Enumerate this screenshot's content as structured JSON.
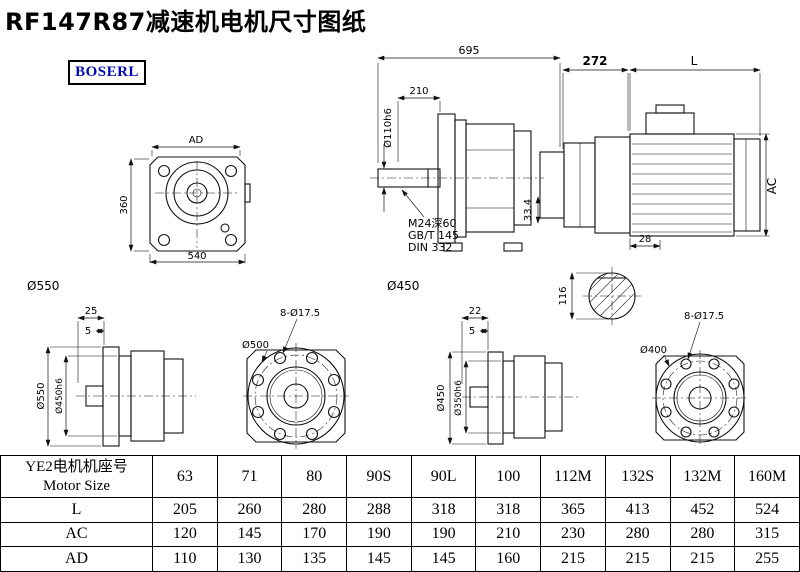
{
  "title": "RF147R87减速机电机尺寸图纸",
  "logo": "BOSERL",
  "views": {
    "front": {
      "ad": "AD",
      "height": "360",
      "width": "540",
      "od": "Ø550"
    },
    "side": {
      "total_length": "695",
      "shaft_length": "210",
      "shaft_dia": "Ø110h6",
      "tap_hole": "M24深60",
      "std_gb": "GB/T 145",
      "std_din": "DIN 332",
      "key_height": "33.4",
      "flange_dia": "Ø450"
    },
    "motor": {
      "adapter_length": "272",
      "motor_length": "L",
      "motor_dia": "AC",
      "key_width": "28",
      "shaft_height": "116"
    },
    "flange_side_large": {
      "depth": "25",
      "step": "5",
      "od": "Ø550",
      "spigot": "Ø450h6"
    },
    "flange_face_large": {
      "holes": "8-Ø17.5",
      "od": "Ø500"
    },
    "flange_side_small": {
      "depth": "22",
      "step": "5",
      "od": "Ø450",
      "spigot": "Ø350h6"
    },
    "flange_face_small": {
      "holes": "8-Ø17.5",
      "od": "Ø400"
    }
  },
  "table": {
    "header_cn": "YE2电机机座号",
    "header_en": "Motor Size",
    "sizes": [
      "63",
      "71",
      "80",
      "90S",
      "90L",
      "100",
      "112M",
      "132S",
      "132M",
      "160M"
    ],
    "rows": [
      {
        "label": "L",
        "values": [
          "205",
          "260",
          "280",
          "288",
          "318",
          "318",
          "365",
          "413",
          "452",
          "524"
        ]
      },
      {
        "label": "AC",
        "values": [
          "120",
          "145",
          "170",
          "190",
          "190",
          "210",
          "230",
          "280",
          "280",
          "315"
        ]
      },
      {
        "label": "AD",
        "values": [
          "110",
          "130",
          "135",
          "145",
          "145",
          "160",
          "215",
          "215",
          "215",
          "255"
        ]
      }
    ]
  }
}
